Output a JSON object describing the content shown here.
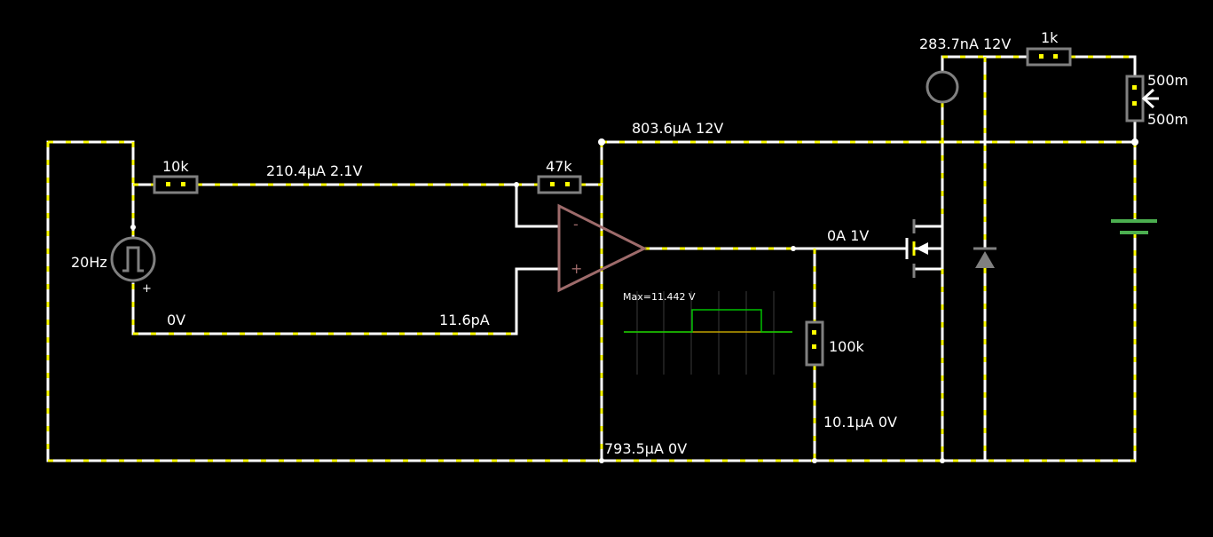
{
  "colors": {
    "background": "#000000",
    "wire": "#ffffff",
    "current_dots": "#ffff00",
    "component": "#808080",
    "opamp": "#9e6b6b",
    "battery": "#4caf50",
    "scope_trace": "#00c000"
  },
  "labels": {
    "r10k": "10k",
    "r47k": "47k",
    "r100k": "100k",
    "r1k": "1k",
    "pot_top": "500m",
    "pot_bottom": "500m",
    "source_freq": "20Hz",
    "source_plus": "+",
    "opamp_minus": "-",
    "opamp_plus": "+",
    "wire_top_left": "210.4μA 2.1V",
    "wire_bottom_left": "0V",
    "wire_noninv": "11.6pA",
    "wire_top_rail": "803.6μA 12V",
    "current_source": "283.7nA 12V",
    "gate_wire": "0A 1V",
    "r100k_wire": "10.1μA 0V",
    "ground_rail": "793.5μA 0V",
    "scope_max": "Max=11.442 V"
  }
}
